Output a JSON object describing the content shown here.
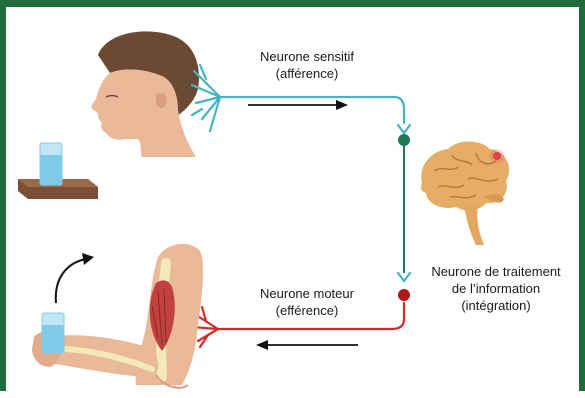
{
  "labels": {
    "sensory_line1": "Neurone sensitif",
    "sensory_line2": "(afférence)",
    "motor_line1": "Neurone moteur",
    "motor_line2": "(efférence)",
    "integration_line1": "Neurone de traitement",
    "integration_line2": "de l’information",
    "integration_line3": "(intégration)"
  },
  "colors": {
    "frame": "#1f6b3a",
    "sensory_path": "#45b3c5",
    "motor_path": "#d22a2a",
    "synapse_green": "#1f7a55",
    "synapse_red": "#b0181c",
    "arrow": "#111111"
  },
  "icons": [
    "face-icon",
    "glass-on-table-icon",
    "brain-icon",
    "arm-muscle-icon"
  ]
}
